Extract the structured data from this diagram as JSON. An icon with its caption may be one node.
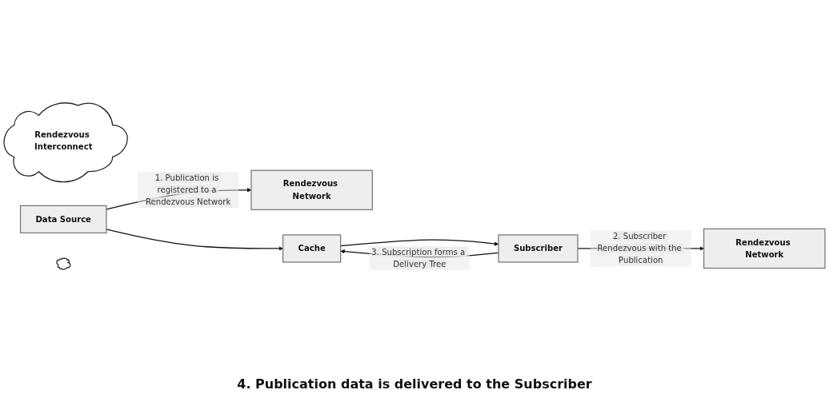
{
  "diagram": {
    "nodes": [
      {
        "text": [
          "Rendezvous Network"
        ]
      },
      {
        "text": [
          "Rendezvous Interconnect"
        ]
      },
      {
        "text": [
          "Rendezvous Network"
        ]
      },
      {
        "text": [
          "Data Source"
        ]
      },
      {
        "text": [
          "Cache"
        ]
      },
      {
        "text": [
          "Subscriber"
        ]
      },
      {
        "text": [],
        "shape": "cloud"
      }
    ],
    "edges": [
      {
        "from": 3,
        "to": 0,
        "arrow": "to",
        "label": "1. Publication is registered to a Rendezvous Network"
      },
      {
        "from": 5,
        "to": 2,
        "arrow": "to",
        "label": "2. Subscriber Rendezvous with the Publication"
      },
      {
        "from": 3,
        "to": 4,
        "arrow": "to"
      },
      {
        "from": 5,
        "to": 4,
        "arrow": "to",
        "label": "3. Subscription forms a Delivery Tree"
      },
      {
        "from": 4,
        "to": 5,
        "arrow": "to"
      }
    ],
    "labels": [
      "4. Publication data is delivered to the Subscriber"
    ]
  }
}
